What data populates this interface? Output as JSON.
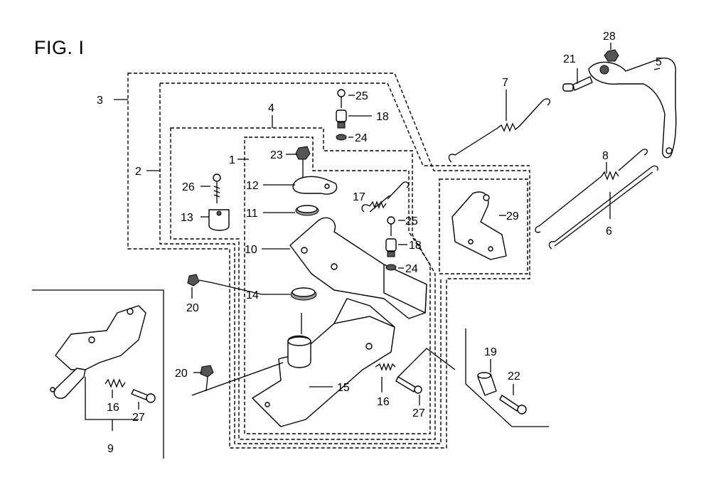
{
  "figure": {
    "title": "FIG. I"
  },
  "labels": [
    {
      "id": "p1",
      "text": "1"
    },
    {
      "id": "p2",
      "text": "2"
    },
    {
      "id": "p3",
      "text": "3"
    },
    {
      "id": "p4",
      "text": "4"
    },
    {
      "id": "p5",
      "text": "5"
    },
    {
      "id": "p6",
      "text": "6"
    },
    {
      "id": "p7",
      "text": "7"
    },
    {
      "id": "p8",
      "text": "8"
    },
    {
      "id": "p9",
      "text": "9"
    },
    {
      "id": "p10",
      "text": "10"
    },
    {
      "id": "p11",
      "text": "11"
    },
    {
      "id": "p12",
      "text": "12"
    },
    {
      "id": "p13",
      "text": "13"
    },
    {
      "id": "p14",
      "text": "14"
    },
    {
      "id": "p15",
      "text": "15"
    },
    {
      "id": "p16a",
      "text": "16"
    },
    {
      "id": "p16b",
      "text": "16"
    },
    {
      "id": "p17",
      "text": "17"
    },
    {
      "id": "p18a",
      "text": "18"
    },
    {
      "id": "p18b",
      "text": "18"
    },
    {
      "id": "p19",
      "text": "19"
    },
    {
      "id": "p20a",
      "text": "20"
    },
    {
      "id": "p20b",
      "text": "20"
    },
    {
      "id": "p21",
      "text": "21"
    },
    {
      "id": "p22",
      "text": "22"
    },
    {
      "id": "p23",
      "text": "23"
    },
    {
      "id": "p24a",
      "text": "24"
    },
    {
      "id": "p24b",
      "text": "24"
    },
    {
      "id": "p25a",
      "text": "25"
    },
    {
      "id": "p25b",
      "text": "25"
    },
    {
      "id": "p26",
      "text": "26"
    },
    {
      "id": "p27a",
      "text": "27"
    },
    {
      "id": "p27b",
      "text": "27"
    },
    {
      "id": "p28",
      "text": "28"
    },
    {
      "id": "p29",
      "text": "29"
    }
  ]
}
